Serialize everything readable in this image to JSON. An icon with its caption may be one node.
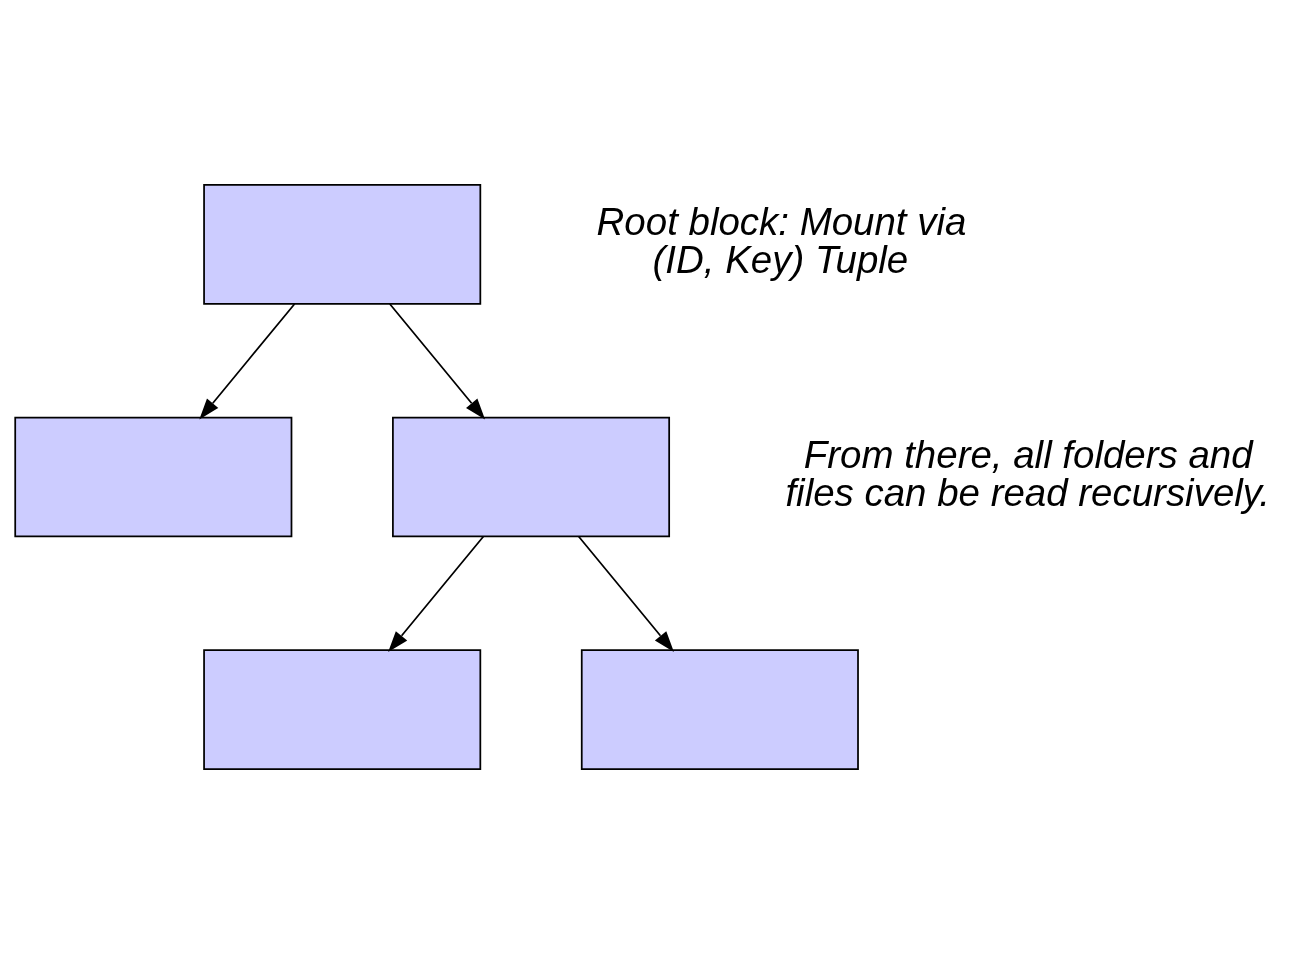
{
  "diagram": {
    "nodes": [
      {
        "text": [],
        "shape": "box",
        "beside": [
          "Root block: Mount via (ID, Key) Tuple"
        ]
      },
      {
        "text": [],
        "shape": "box"
      },
      {
        "text": [],
        "shape": "box"
      },
      {
        "text": [],
        "shape": "box"
      },
      {
        "text": [],
        "shape": "box"
      }
    ],
    "edges": [
      {
        "from": 0,
        "to": 1,
        "arrow": "to"
      },
      {
        "from": 0,
        "to": 2,
        "arrow": "to"
      },
      {
        "from": 2,
        "to": 3,
        "arrow": "to"
      },
      {
        "from": 2,
        "to": 4,
        "arrow": "to"
      }
    ],
    "labels": [
      "From there, all folders and files can be read recursively."
    ]
  }
}
